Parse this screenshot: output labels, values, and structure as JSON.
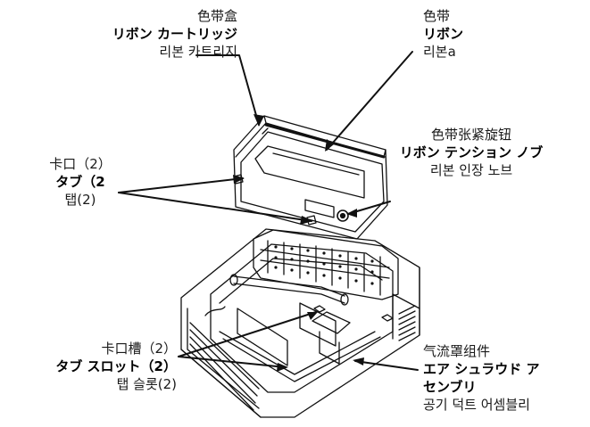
{
  "labels": {
    "ribbon_cartridge": {
      "zh": "色带盒",
      "ja": "リボン カートリッジ",
      "ko": "리본 카트리지"
    },
    "ribbon": {
      "zh": "色带",
      "ja": "リボン",
      "ko": "리본a"
    },
    "ribbon_tension_knob": {
      "zh": "色带张紧旋钮",
      "ja": "リボン テンション ノブ",
      "ko": "리본 인장 노브"
    },
    "tab": {
      "zh": "卡口（2）",
      "ja": "タブ（2",
      "ko": "탭(2)"
    },
    "tab_slot": {
      "zh": "卡口槽（2）",
      "ja": "タブ スロット（2）",
      "ko": "탭 슬롯(2)"
    },
    "air_shroud_assembly": {
      "zh": "气流罩组件",
      "ja_line1": "エア シュラウド ア",
      "ja_line2": "センブリ",
      "ko": "공기 덕트 어셈블리"
    }
  }
}
